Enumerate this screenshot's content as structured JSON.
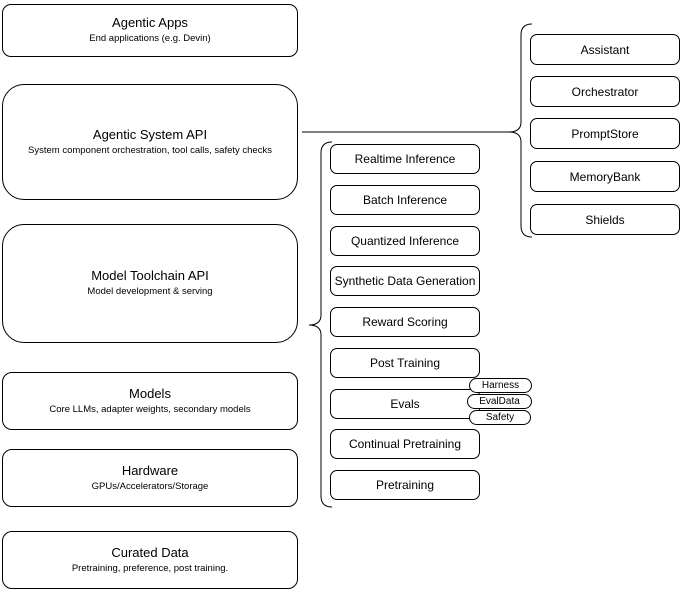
{
  "diagram": {
    "left_column": [
      {
        "title": "Agentic Apps",
        "subtitle": "End applications (e.g. Devin)"
      },
      {
        "title": "Agentic System API",
        "subtitle": "System component orchestration, tool calls, safety checks"
      },
      {
        "title": "Model Toolchain API",
        "subtitle": "Model development & serving"
      },
      {
        "title": "Models",
        "subtitle": "Core LLMs, adapter weights, secondary models"
      },
      {
        "title": "Hardware",
        "subtitle": "GPUs/Accelerators/Storage"
      },
      {
        "title": "Curated Data",
        "subtitle": "Pretraining, preference, post training."
      }
    ],
    "toolchain_components": [
      "Realtime Inference",
      "Batch Inference",
      "Quantized Inference",
      "Synthetic Data Generation",
      "Reward Scoring",
      "Post Training",
      "Evals",
      "Continual Pretraining",
      "Pretraining"
    ],
    "evals_tags": [
      "Harness",
      "EvalData",
      "Safety"
    ],
    "system_components": [
      "Assistant",
      "Orchestrator",
      "PromptStore",
      "MemoryBank",
      "Shields"
    ],
    "colors": {
      "stroke": "#000000",
      "fill": "#ffffff",
      "background": "#ffffff"
    }
  }
}
